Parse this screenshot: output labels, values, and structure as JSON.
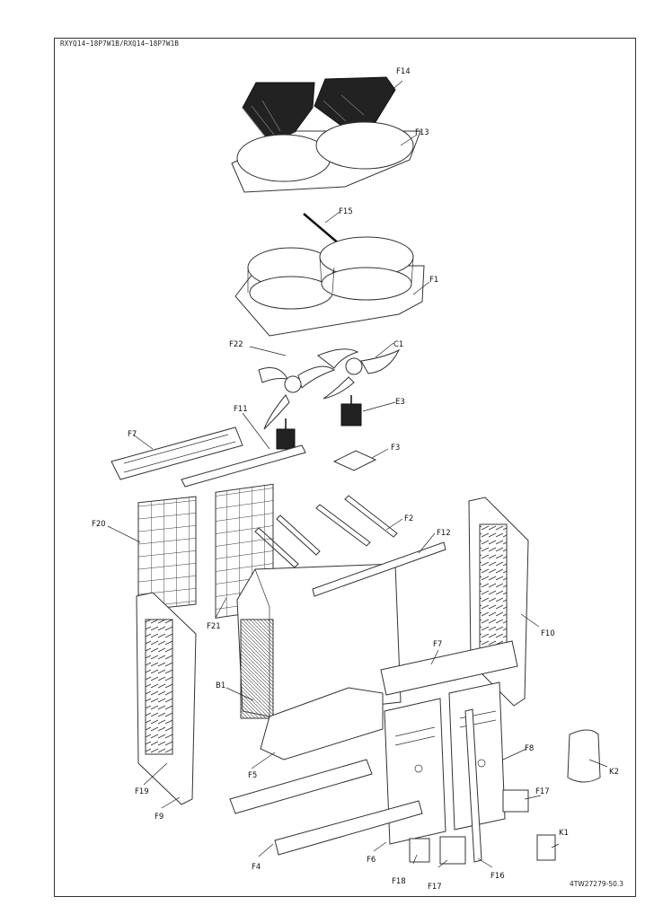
{
  "header_model": "RXYQ14~18P7W1B/RXQ14~18P7W1B",
  "document_number": "4TW27279-50.3",
  "callouts": {
    "F14": "F14",
    "F13": "F13",
    "F15": "F15",
    "F1": "F1",
    "F22": "F22",
    "C1": "C1",
    "E3": "E3",
    "F11": "F11",
    "F7a": "F7",
    "F3": "F3",
    "F20": "F20",
    "F2": "F2",
    "F12": "F12",
    "F10": "F10",
    "F21": "F21",
    "F7b": "F7",
    "B1": "B1",
    "F8": "F8",
    "K2": "K2",
    "F5": "F5",
    "F19": "F19",
    "F17a": "F17",
    "F9": "F9",
    "K1": "K1",
    "F4": "F4",
    "F6": "F6",
    "F18": "F18",
    "F17b": "F17",
    "F16": "F16"
  }
}
